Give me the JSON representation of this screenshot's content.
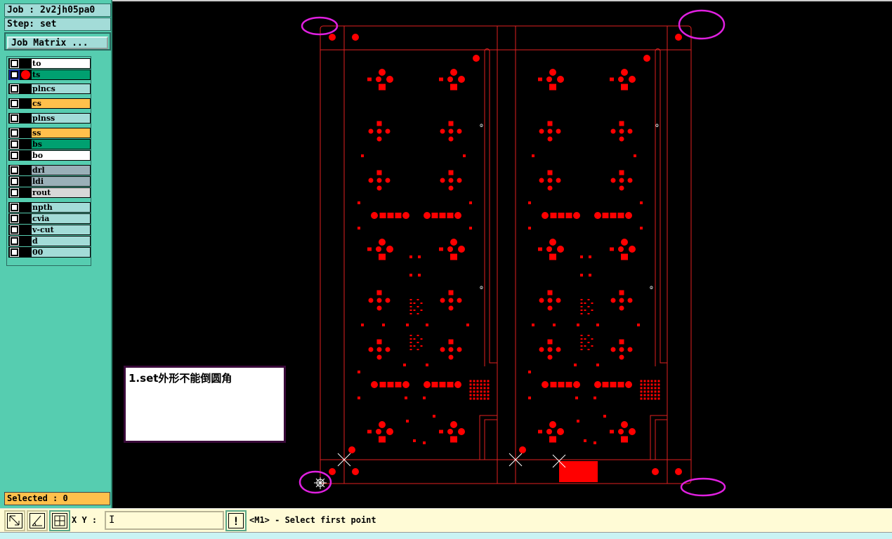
{
  "job": {
    "label": "Job : 2v2jh05pa0",
    "step": "Step: set"
  },
  "job_matrix_button": "Job Matrix ...",
  "layers": [
    {
      "name": "to",
      "color": "#ffffff"
    },
    {
      "name": "ts",
      "color": "#00a070",
      "active": true
    },
    {
      "name": "plncs",
      "color": "#a3dcd8"
    },
    {
      "name": "cs",
      "color": "#ffc04c"
    },
    {
      "name": "plnss",
      "color": "#a3dcd8"
    },
    {
      "name": "ss",
      "color": "#ffc04c"
    },
    {
      "name": "bs",
      "color": "#00a070"
    },
    {
      "name": "bo",
      "color": "#ffffff"
    },
    {
      "name": "drl",
      "color": "#9ab0b8"
    },
    {
      "name": "ldi",
      "color": "#9ab0b8"
    },
    {
      "name": "rout",
      "color": "#d8d8d8"
    },
    {
      "name": "npth",
      "color": "#a3dcd8"
    },
    {
      "name": "cvia",
      "color": "#a3dcd8"
    },
    {
      "name": "v-cut",
      "color": "#a3dcd8"
    },
    {
      "name": "d",
      "color": "#a3dcd8"
    },
    {
      "name": "00",
      "color": "#a3dcd8"
    }
  ],
  "selected": "Selected : 0",
  "bottom": {
    "xy_label": "X Y :",
    "xy_value": "I",
    "message": "<M1> - Select first point"
  },
  "note": "1.set外形不能倒圆角",
  "colors": {
    "pad": "#ff0000",
    "outline": "#e02020",
    "highlight": "#e020e0"
  }
}
